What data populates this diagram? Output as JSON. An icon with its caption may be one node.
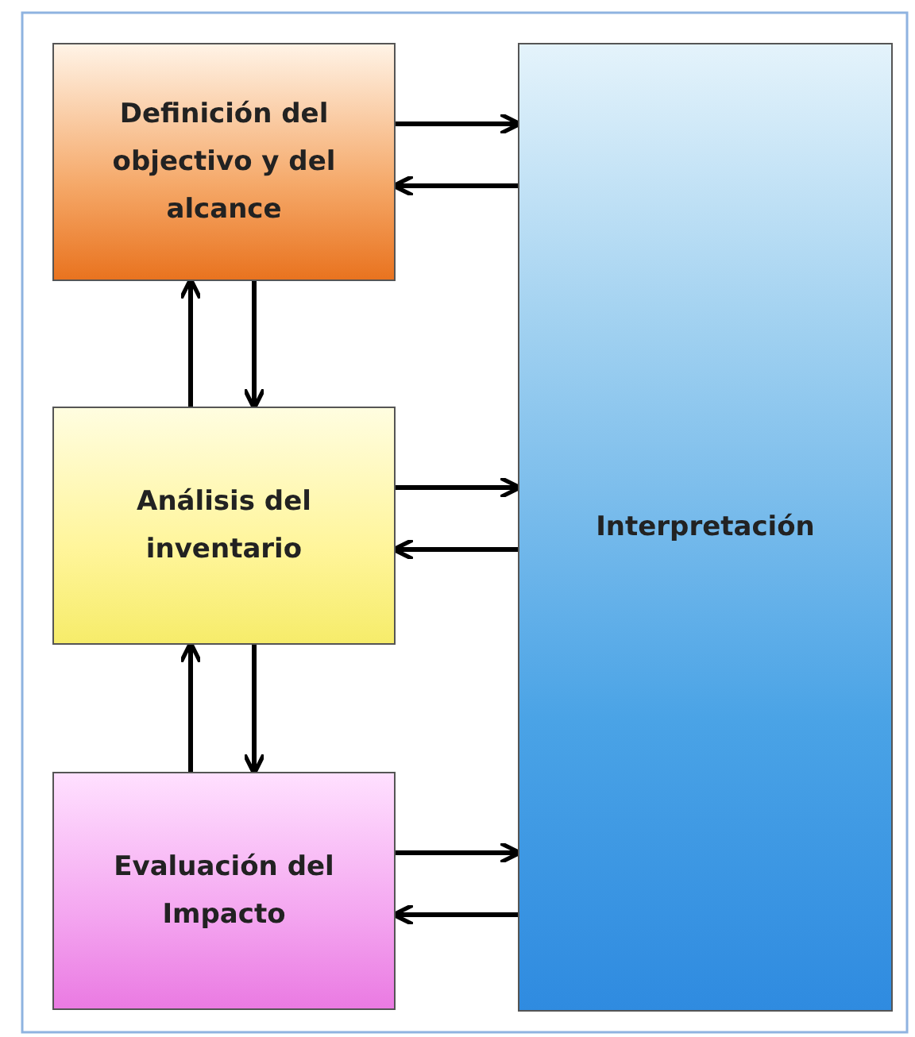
{
  "diagram": {
    "nodes": [
      {
        "text": [
          "Definición del objectivo y del alcance"
        ]
      },
      {
        "text": [
          "Análisis del inventario"
        ]
      },
      {
        "text": [
          "Evaluación del Impacto"
        ]
      },
      {
        "text": [
          "Interpretación"
        ]
      }
    ],
    "edges": [
      {
        "from": 0,
        "to": 3,
        "arrow": "to"
      },
      {
        "from": 3,
        "to": 0,
        "arrow": "to"
      },
      {
        "from": 1,
        "to": 0,
        "arrow": "to"
      },
      {
        "from": 0,
        "to": 1,
        "arrow": "to"
      },
      {
        "from": 1,
        "to": 3,
        "arrow": "to"
      },
      {
        "from": 3,
        "to": 1,
        "arrow": "to"
      },
      {
        "from": 2,
        "to": 1,
        "arrow": "to"
      },
      {
        "from": 1,
        "to": 2,
        "arrow": "to"
      },
      {
        "from": 2,
        "to": 3,
        "arrow": "to"
      },
      {
        "from": 3,
        "to": 2,
        "arrow": "to"
      }
    ]
  }
}
